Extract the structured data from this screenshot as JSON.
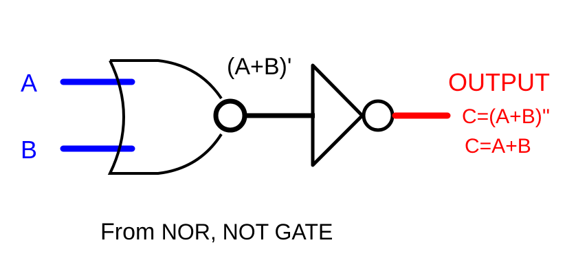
{
  "inputs": {
    "a": "A",
    "b": "B"
  },
  "intermediate": "(A+B)'",
  "output": {
    "title": "OUTPUT",
    "expr1": "C=(A+B)''",
    "expr2": "C=A+B"
  },
  "caption": {
    "part1": "From",
    "part2": "NOR, NOT GATE"
  },
  "colors": {
    "input": "#0000ff",
    "output": "#ff0000",
    "gate": "#000000"
  }
}
